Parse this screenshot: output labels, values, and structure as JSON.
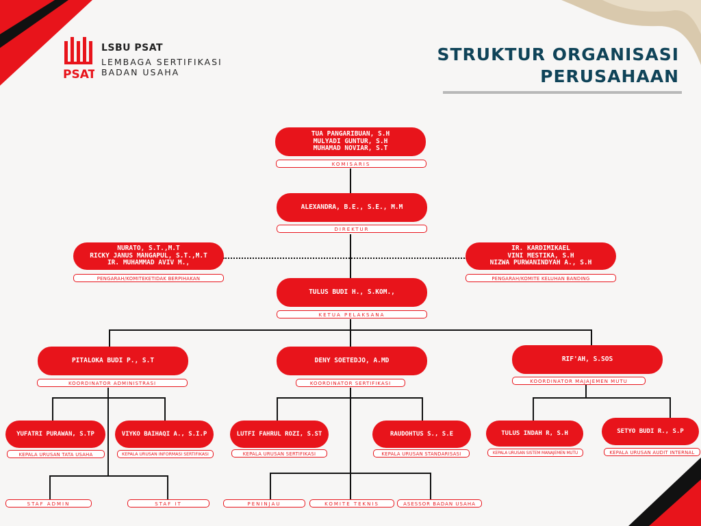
{
  "brand": {
    "name": "LSBU PSAT",
    "subtitle_line1": "LEMBAGA SERTIFIKASI",
    "subtitle_line2": "BADAN USAHA",
    "logo_text": "PSAT"
  },
  "title": {
    "line1": "STRUKTUR ORGANISASI",
    "line2": "PERUSAHAAN"
  },
  "colors": {
    "accent": "#e8141b",
    "title": "#0f4358",
    "background": "#f7f6f5",
    "gold": "#d9c9ad"
  },
  "nodes": {
    "komisaris": {
      "names": [
        "TUA PANGARIBUAN, S.H",
        "MULYADI GUNTUR, S.H",
        "MUHAMAD NOVIAR, S.T"
      ],
      "role": "KOMISARIS"
    },
    "direktur": {
      "names": [
        "ALEXANDRA, B.E., S.E., M.M"
      ],
      "role": "DIREKTUR"
    },
    "pengarah_left": {
      "names": [
        "NURATO, S.T.,M.T",
        "RICKY JANUS MANGAPUL, S.T.,M.T",
        "IR. MUHAMMAD AVIV M.,"
      ],
      "role": "PENGARAH/KOMITEKETIDAK BERPIHAKAN"
    },
    "pengarah_right": {
      "names": [
        "IR. KARDIMIKAEL",
        "VINI MESTIKA, S.H",
        "NIZWA PURWANINDYAH A., S.H"
      ],
      "role": "PENGARAH/KOMITE KELUHAN BANDING"
    },
    "ketua": {
      "names": [
        "TULUS BUDI H., S.KOM.,"
      ],
      "role": "KETUA PELAKSANA"
    },
    "koord_admin": {
      "names": [
        "PITALOKA BUDI P., S.T"
      ],
      "role": "KOORDINATOR ADMINISTRASI"
    },
    "koord_sert": {
      "names": [
        "DENY SOETEDJO, A.MD"
      ],
      "role": "KOORDINATOR SERTIFIKASI"
    },
    "koord_mutu": {
      "names": [
        "RIF'AH, S.SOS"
      ],
      "role": "KOORDINATOR MAJAJEMEN MUTU"
    },
    "ku_tata": {
      "names": [
        "YUFATRI PURAWAN, S.TP"
      ],
      "role": "KEPALA URUSAN TATA USAHA"
    },
    "ku_info": {
      "names": [
        "VIYKO BAIHAQI A., S.I.P"
      ],
      "role": "KEPALA URUSAN INFORMASI SERTIFIKASI"
    },
    "ku_sert": {
      "names": [
        "LUTFI FAHRUL ROZI, S.ST"
      ],
      "role": "KEPALA URUSAN SERTIFIKASI"
    },
    "ku_std": {
      "names": [
        "RAUDOHTUS S., S.E"
      ],
      "role": "KEPALA URUSAN STANDARISASI"
    },
    "ku_smm": {
      "names": [
        "TULUS INDAH R, S.H"
      ],
      "role": "KEPALA URUSAN SISTEM MANAJEMEN MUTU"
    },
    "ku_audit": {
      "names": [
        "SETYO BUDI R., S.P"
      ],
      "role": "KEPALA URUSAN AUDIT INTERNAL"
    }
  },
  "staff": {
    "staf_admin": "STAF ADMIN",
    "staf_it": "STAF IT",
    "peninjau": "PENINJAU",
    "komite_teknis": "KOMITE TEKNIS",
    "asesor": "ASESSOR BADAN USAHA"
  }
}
